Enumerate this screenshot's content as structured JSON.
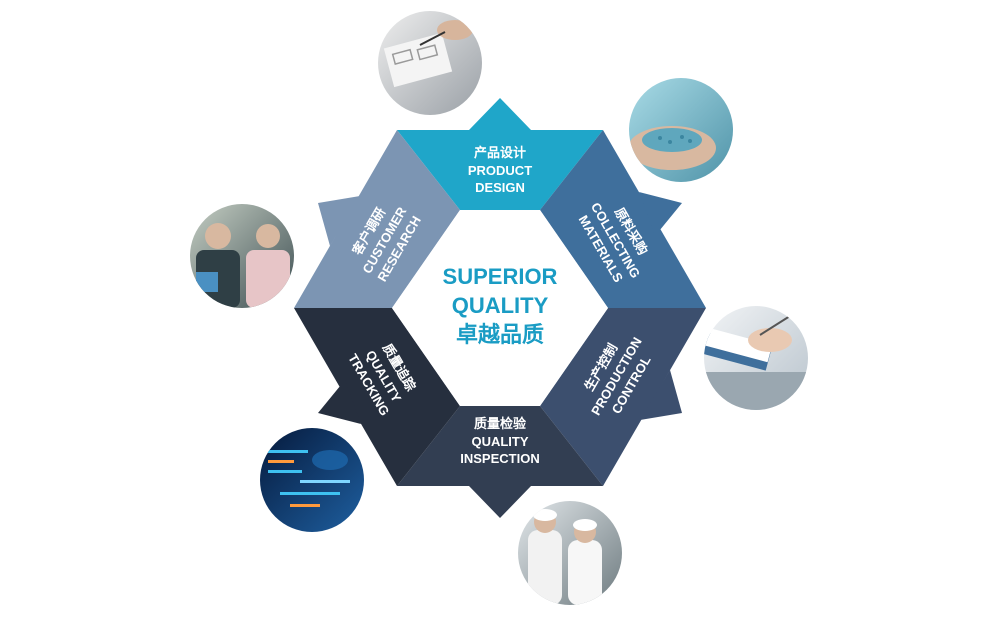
{
  "center": {
    "line1": "SUPERIOR",
    "line2": "QUALITY",
    "line3": "卓越品质"
  },
  "segments": [
    {
      "id": "product-design",
      "zh": "产品设计",
      "en1": "PRODUCT",
      "en2": "DESIGN",
      "color": "#1fa6c9"
    },
    {
      "id": "collecting-materials",
      "zh": "原料采购",
      "en1": "COLLECTING",
      "en2": "MATERIALS",
      "color": "#3f6f9c"
    },
    {
      "id": "production-control",
      "zh": "生产控制",
      "en1": "PRODUCTION",
      "en2": "CONTROL",
      "color": "#3c4f6e"
    },
    {
      "id": "quality-inspection",
      "zh": "质量检验",
      "en1": "QUALITY",
      "en2": "INSPECTION",
      "color": "#323e52"
    },
    {
      "id": "quality-tracking",
      "zh": "质量追踪",
      "en1": "QUALITY",
      "en2": "TRACKING",
      "color": "#262f3e"
    },
    {
      "id": "customer-research",
      "zh": "客户调研",
      "en1": "CUSTOMER",
      "en2": "RESEARCH",
      "color": "#7c95b3"
    }
  ],
  "photos": [
    {
      "id": "sketching-photo",
      "colors": [
        "#d9d9d9",
        "#9aa0a6"
      ]
    },
    {
      "id": "plastic-pellets-photo",
      "colors": [
        "#8cc9d8",
        "#5b9fb4"
      ]
    },
    {
      "id": "clipboard-writing-photo",
      "colors": [
        "#e8ecef",
        "#3f6f9c"
      ]
    },
    {
      "id": "lab-workers-photo",
      "colors": [
        "#cfd6d9",
        "#7d8a8f"
      ]
    },
    {
      "id": "data-screen-photo",
      "colors": [
        "#0d2a55",
        "#2aa7e0"
      ]
    },
    {
      "id": "customer-meeting-photo",
      "colors": [
        "#a7b7a9",
        "#3d4e52"
      ]
    }
  ]
}
